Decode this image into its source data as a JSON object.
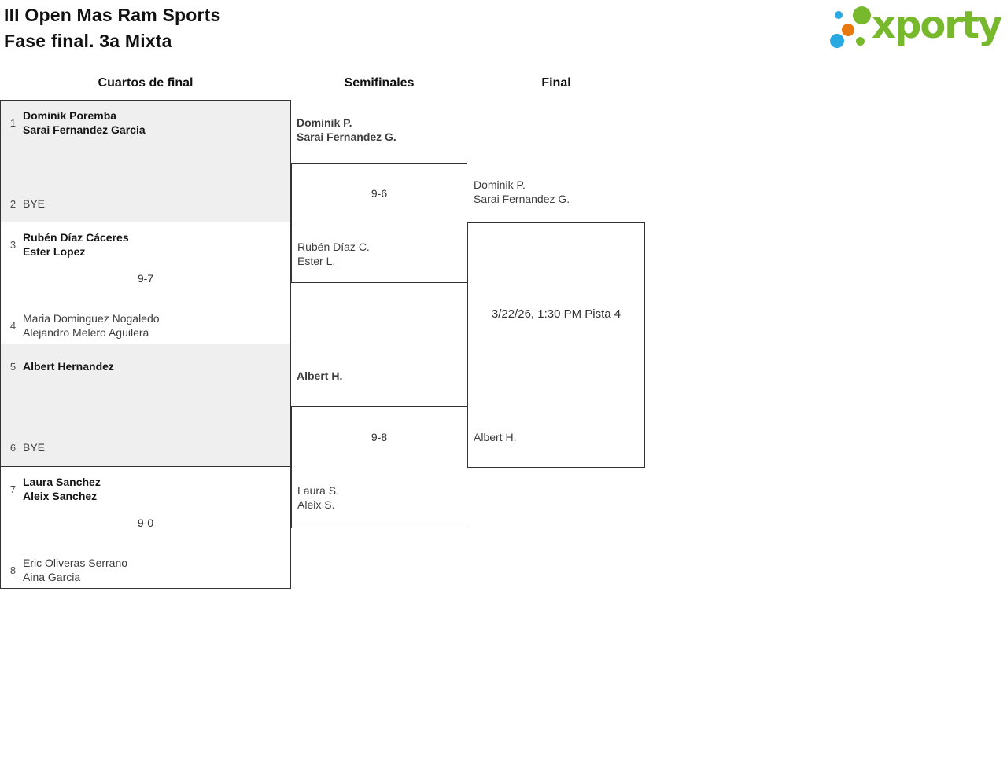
{
  "page": {
    "title_line1": "III Open Mas Ram Sports",
    "title_line2": "Fase final. 3a Mixta"
  },
  "logo": {
    "text": "xporty",
    "colors": {
      "green": "#77b82c",
      "blue": "#29a9e1",
      "orange": "#e8790d"
    }
  },
  "round_headers": {
    "quarterfinals": "Cuartos de final",
    "semifinals": "Semifinales",
    "final": "Final"
  },
  "bracket": {
    "quarterfinals": [
      {
        "shaded": true,
        "top": {
          "seed": "1",
          "lines": [
            "Dominik Poremba",
            "Sarai Fernandez Garcia"
          ],
          "winner": true
        },
        "score": "",
        "bottom": {
          "seed": "2",
          "lines": [
            "BYE"
          ],
          "winner": false
        }
      },
      {
        "shaded": false,
        "top": {
          "seed": "3",
          "lines": [
            "Rubén Díaz Cáceres",
            "Ester Lopez"
          ],
          "winner": true
        },
        "score": "9-7",
        "bottom": {
          "seed": "4",
          "lines": [
            "Maria Dominguez Nogaledo",
            "Alejandro Melero Aguilera"
          ],
          "winner": false
        }
      },
      {
        "shaded": true,
        "top": {
          "seed": "5",
          "lines": [
            "Albert Hernandez"
          ],
          "winner": true
        },
        "score": "",
        "bottom": {
          "seed": "6",
          "lines": [
            "BYE"
          ],
          "winner": false
        }
      },
      {
        "shaded": false,
        "top": {
          "seed": "7",
          "lines": [
            "Laura Sanchez",
            "Aleix Sanchez"
          ],
          "winner": true
        },
        "score": "9-0",
        "bottom": {
          "seed": "8",
          "lines": [
            "Eric Oliveras Serrano",
            "Aina Garcia"
          ],
          "winner": false
        }
      }
    ],
    "semifinals": [
      {
        "top": {
          "lines": [
            "Dominik P.",
            "Sarai Fernandez G."
          ],
          "winner": true
        },
        "score": "9-6",
        "bottom": {
          "lines": [
            "Rubén Díaz C.",
            "Ester L."
          ],
          "winner": false
        }
      },
      {
        "top": {
          "lines": [
            "Albert H."
          ],
          "winner": true
        },
        "score": "9-8",
        "bottom": {
          "lines": [
            "Laura S.",
            "Aleix S."
          ],
          "winner": false
        }
      }
    ],
    "final": {
      "top": {
        "lines": [
          "Dominik P.",
          "Sarai Fernandez G."
        ]
      },
      "schedule": "3/22/26, 1:30 PM Pista 4",
      "bottom": {
        "lines": [
          "Albert H."
        ]
      }
    }
  }
}
